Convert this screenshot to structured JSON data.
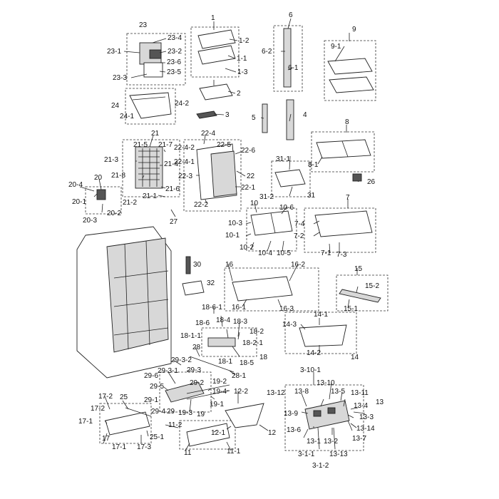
{
  "labels": {
    "p1": "1",
    "p1_1": "1-1",
    "p1_2": "1-2",
    "p1_3": "1-3",
    "p2": "2",
    "p3": "3",
    "p4": "4",
    "p5": "5",
    "p6": "6",
    "p6_1": "6-1",
    "p6_2": "6-2",
    "p7": "7",
    "p7_1": "7-1",
    "p7_2": "7-2",
    "p7_3": "7-3",
    "p7_4": "7-4",
    "p8": "8",
    "p8_1": "8-1",
    "p9": "9",
    "p9_1": "9-1",
    "p10": "10",
    "p10_1": "10-1",
    "p10_2": "10-2",
    "p10_3": "10-3",
    "p10_4": "10-4",
    "p10_5": "10-5",
    "p10_6": "10-6",
    "p11": "11",
    "p11_1": "11-1",
    "p11_2": "11-2",
    "p12": "12",
    "p12_1": "12-1",
    "p12_2": "12-2",
    "p13": "13",
    "p13_1": "13-1",
    "p13_2": "13-2",
    "p13_3": "13-3",
    "p13_4": "13-4",
    "p13_5": "13-5",
    "p13_6": "13-6",
    "p13_7": "13-7",
    "p13_8": "13-8",
    "p13_9": "13-9",
    "p13_10": "13-10",
    "p13_11": "13-11",
    "p13_12": "13-12",
    "p13_13": "13-13",
    "p13_14": "13-14",
    "p3_10_1": "3-10-1",
    "p3_1_1": "3-1-1",
    "p3_1_2": "3-1-2",
    "p14": "14",
    "p14_1": "14-1",
    "p14_2": "14-2",
    "p14_3": "14-3",
    "p15": "15",
    "p15_1": "15-1",
    "p15_2": "15-2",
    "p16": "16",
    "p16_1": "16-1",
    "p16_2": "16-2",
    "p16_3": "16-3",
    "p17": "17",
    "p17_1a": "17-1",
    "p17_1b": "17-1",
    "p17_2a": "17-2",
    "p17_2b": "17-2",
    "p17_3": "17-3",
    "p18": "18",
    "p18_1": "18-1",
    "p18_1_1": "18-1-1",
    "p18_2": "18-2",
    "p18_2_1": "18-2-1",
    "p18_3": "18-3",
    "p18_4": "18-4",
    "p18_5": "18-5",
    "p18_6": "18-6",
    "p18_6_1": "18-6-1",
    "p19": "19",
    "p19_1": "19-1",
    "p19_2": "19-2",
    "p19_3": "19-3",
    "p19_4": "19-4",
    "p20": "20",
    "p20_1": "20-1",
    "p20_2": "20-2",
    "p20_3": "20-3",
    "p20_4": "20-4",
    "p21": "21",
    "p21_1": "21-1",
    "p21_2": "21-2",
    "p21_3": "21-3",
    "p21_4": "21-4",
    "p21_5": "21-5",
    "p21_6": "21-6",
    "p21_7": "21-7",
    "p21_8": "21-8",
    "p22": "22",
    "p22_1": "22-1",
    "p22_2": "22-2",
    "p22_3": "22-3",
    "p22_4": "22-4",
    "p22_4_1": "22-4-1",
    "p22_4_2": "22-4-2",
    "p22_5": "22-5",
    "p22_6": "22-6",
    "p23": "23",
    "p23_1": "23-1",
    "p23_2": "23-2",
    "p23_3": "23-3",
    "p23_4": "23-4",
    "p23_5": "23-5",
    "p23_6": "23-6",
    "p24": "24",
    "p24_1": "24-1",
    "p24_2": "24-2",
    "p25": "25",
    "p25_1": "25-1",
    "p26": "26",
    "p27": "27",
    "p28": "28",
    "p28_1": "28-1",
    "p29": "29",
    "p29_1": "29-1",
    "p29_2": "29-2",
    "p29_3": "29-3",
    "p29_3_1": "29-3-1",
    "p29_3_2": "29-3-2",
    "p29_4": "29-4",
    "p29_5": "29-5",
    "p29_6": "29-6",
    "p30": "30",
    "p31": "31",
    "p31_1": "31-1",
    "p31_2": "31-2",
    "p32": "32"
  }
}
